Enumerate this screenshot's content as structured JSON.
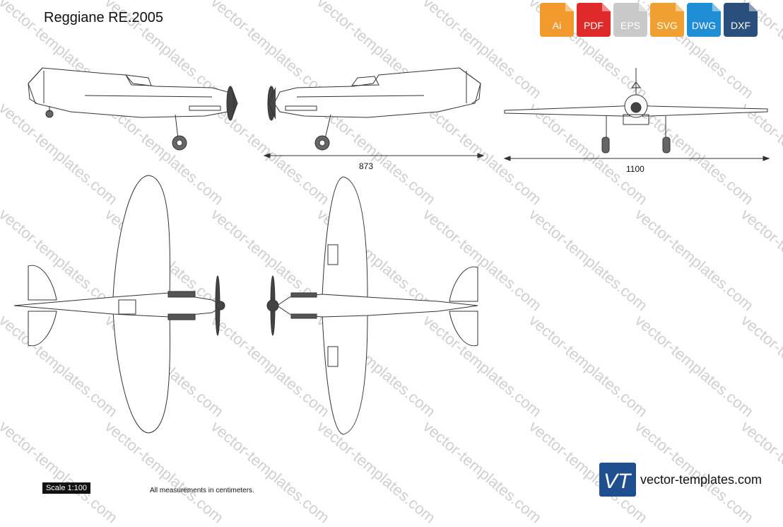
{
  "title": "Reggiane RE.2005",
  "formats": [
    {
      "label": "Ai",
      "color": "#f29a2e"
    },
    {
      "label": "PDF",
      "color": "#e02a2a"
    },
    {
      "label": "EPS",
      "color": "#c7c7c7"
    },
    {
      "label": "SVG",
      "color": "#f0a030"
    },
    {
      "label": "DWG",
      "color": "#1f8ed6"
    },
    {
      "label": "DXF",
      "color": "#2b4f7d"
    }
  ],
  "dimensions": {
    "length": "873",
    "wingspan": "1100"
  },
  "scale": "Scale 1:100",
  "note": "All measurements in centimeters.",
  "brand": {
    "logo": "VT",
    "name": "vector-templates.com"
  },
  "watermark": "vector-templates.com"
}
